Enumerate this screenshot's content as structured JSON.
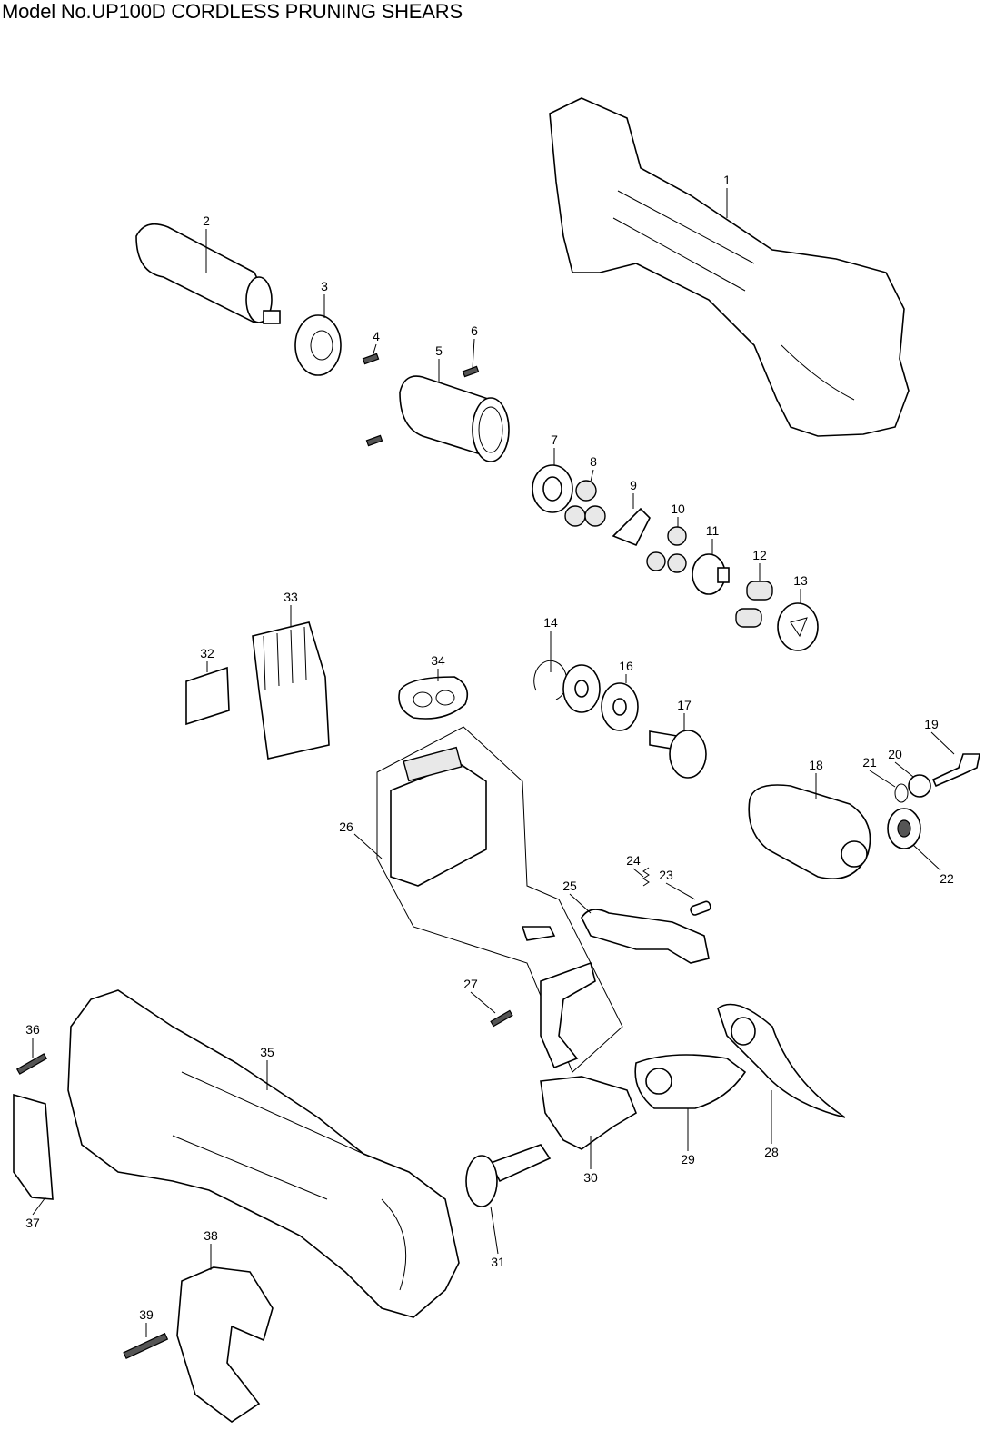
{
  "title": "Model No.UP100D CORDLESS PRUNING SHEARS",
  "parts": {
    "p1": "1",
    "p2": "2",
    "p3": "3",
    "p4": "4",
    "p5": "5",
    "p6": "6",
    "p7": "7",
    "p8": "8",
    "p9": "9",
    "p10": "10",
    "p11": "11",
    "p12": "12",
    "p13": "13",
    "p14": "14",
    "p16": "16",
    "p17": "17",
    "p18": "18",
    "p19": "19",
    "p20": "20",
    "p21": "21",
    "p22": "22",
    "p23": "23",
    "p24": "24",
    "p25": "25",
    "p26": "26",
    "p27": "27",
    "p28": "28",
    "p29": "29",
    "p30": "30",
    "p31": "31",
    "p32": "32",
    "p33": "33",
    "p34": "34",
    "p35": "35",
    "p36": "36",
    "p37": "37",
    "p38": "38",
    "p39": "39"
  }
}
